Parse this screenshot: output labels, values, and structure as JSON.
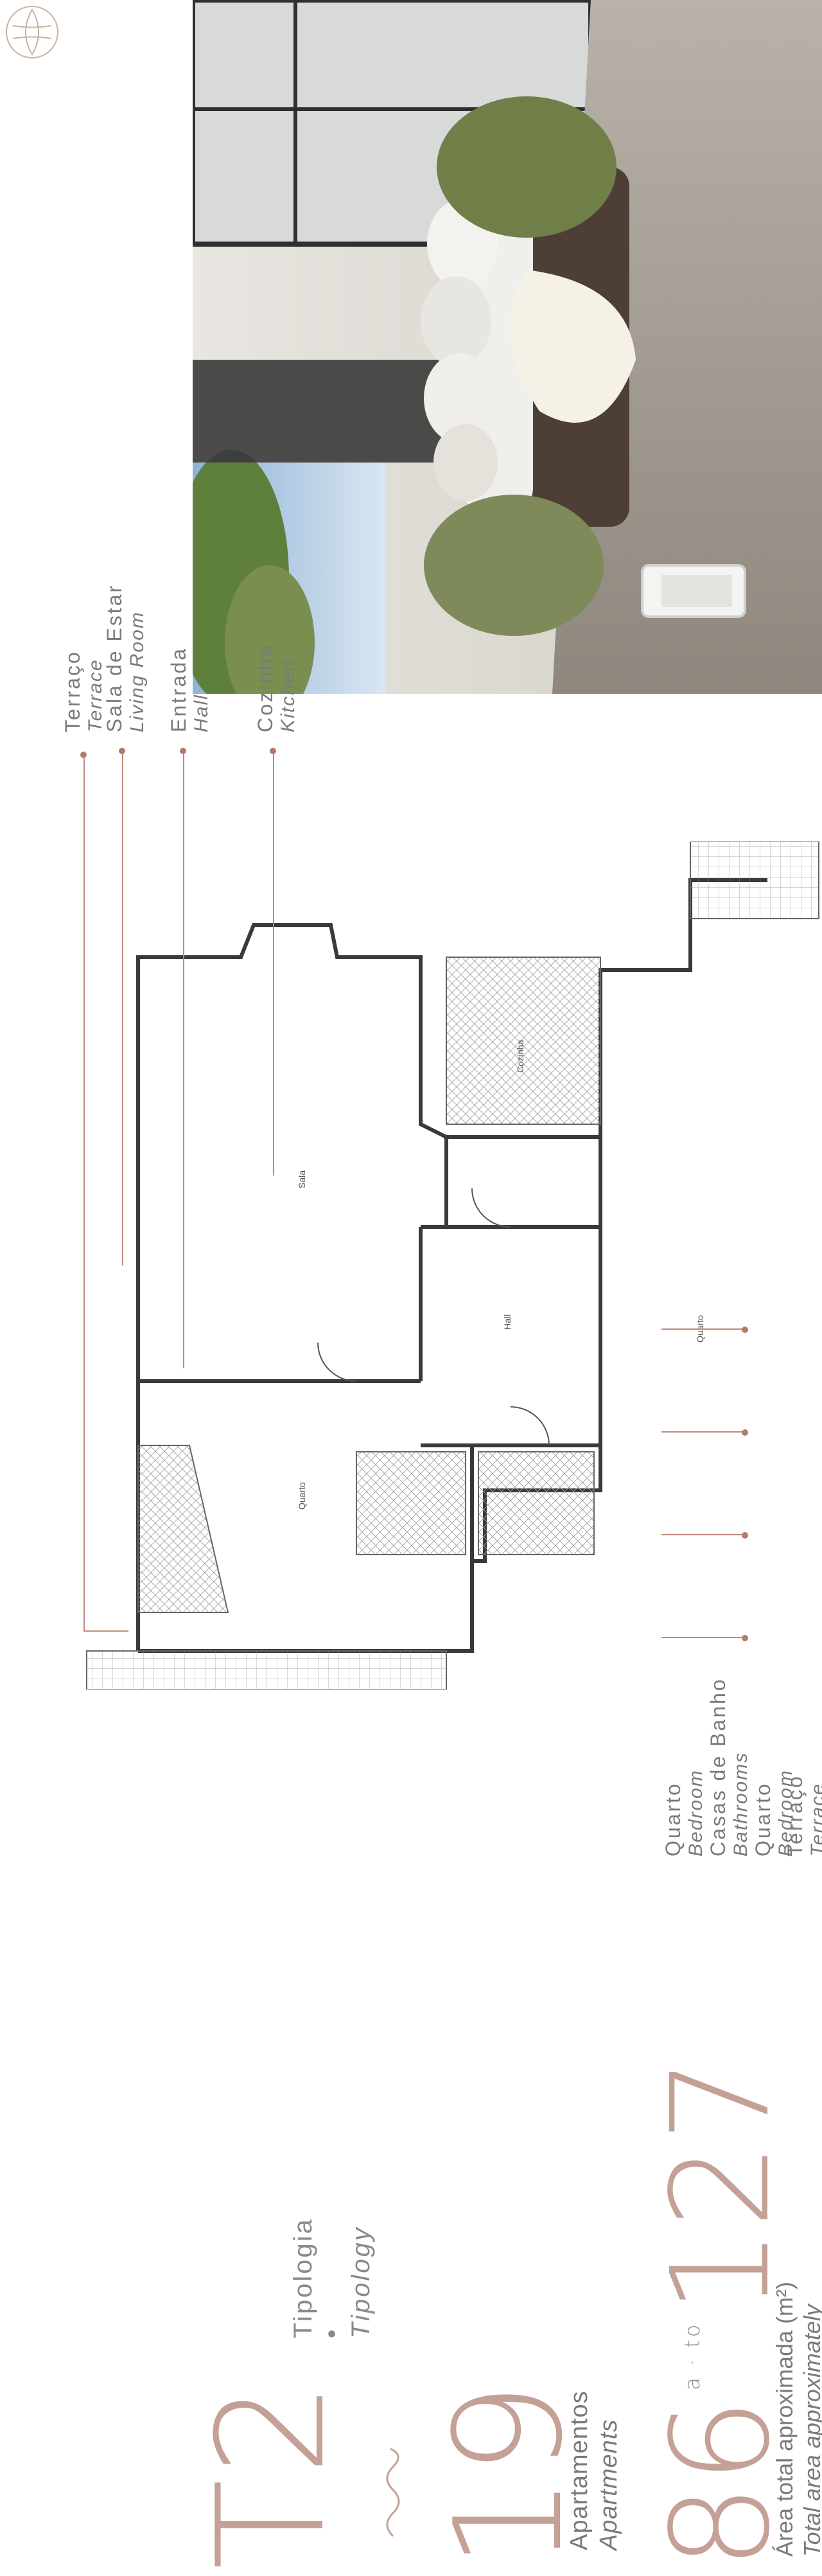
{
  "typology": {
    "code": "T2",
    "label_pt": "Tipologia",
    "separator": "•",
    "label_en": "Tipology"
  },
  "apartments": {
    "count": "19",
    "label_pt": "Apartamentos",
    "label_en": "Apartments"
  },
  "area": {
    "min": "86",
    "range_word": "a · to",
    "max": "127",
    "label_pt": "Área total aproximada (m²)",
    "label_en": "Total area approximately"
  },
  "callouts": [
    {
      "pt": "Terraço",
      "en": "Terrace"
    },
    {
      "pt": "Sala de Estar",
      "en": "Living Room"
    },
    {
      "pt": "Entrada",
      "en": "Hall"
    },
    {
      "pt": "Cozinha",
      "en": "Kitchen"
    },
    {
      "pt": "Quarto",
      "en": "Bedroom"
    },
    {
      "pt": "Casas de Banho",
      "en": "Bathrooms"
    },
    {
      "pt": "Quarto",
      "en": "Bedroom"
    },
    {
      "pt": "Terraço",
      "en": "Terrace"
    }
  ],
  "colors": {
    "accent": "#c5a096",
    "leader": "#c08a7a",
    "text": "#7a7a7a"
  },
  "icons": {
    "logo": "leaf-logo-icon"
  }
}
